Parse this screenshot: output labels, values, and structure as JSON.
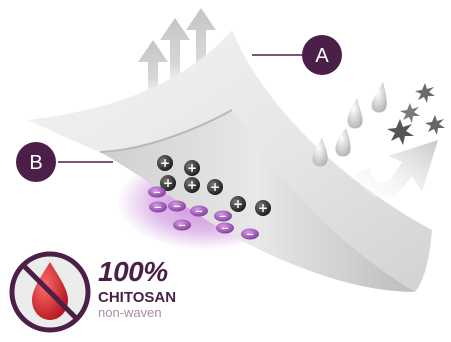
{
  "callouts": [
    {
      "id": "a",
      "label": "A"
    },
    {
      "id": "b",
      "label": "B"
    }
  ],
  "badge": {
    "percent": "100%",
    "material": "CHITOSAN",
    "type": "non-waven",
    "icon": "no-blood-drop-icon"
  },
  "colors": {
    "callout": "#4b1f47",
    "text_dark": "#4a2146",
    "text_light": "#a88ca6",
    "charge_purple": "#8a4aa0",
    "blood_red": "#c8202a"
  },
  "charges": {
    "positive_count": 7,
    "negative_count": 8,
    "positive_symbol": "+",
    "negative_symbol": "−"
  }
}
